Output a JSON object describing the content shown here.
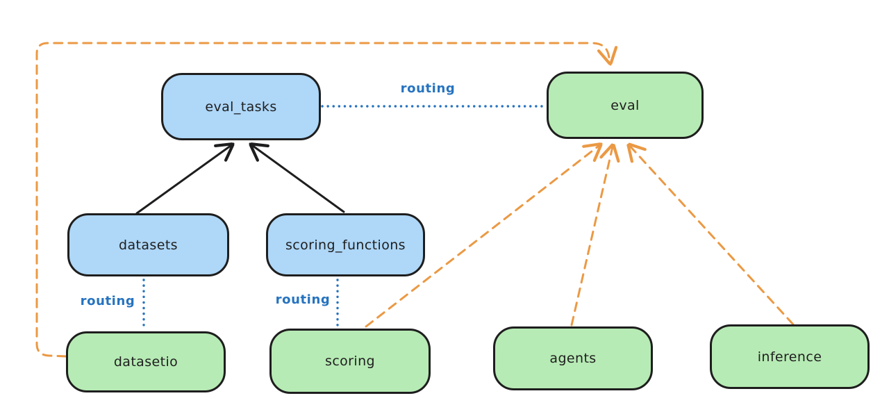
{
  "diagram": {
    "nodes": [
      {
        "id": "eval_tasks",
        "label": "eval_tasks",
        "fill": "#aed7f8"
      },
      {
        "id": "eval",
        "label": "eval",
        "fill": "#b7ebb5"
      },
      {
        "id": "datasets",
        "label": "datasets",
        "fill": "#aed7f8"
      },
      {
        "id": "scoring_functions",
        "label": "scoring_functions",
        "fill": "#aed7f8"
      },
      {
        "id": "datasetio",
        "label": "datasetio",
        "fill": "#b7ebb5"
      },
      {
        "id": "scoring",
        "label": "scoring",
        "fill": "#b7ebb5"
      },
      {
        "id": "agents",
        "label": "agents",
        "fill": "#b7ebb5"
      },
      {
        "id": "inference",
        "label": "inference",
        "fill": "#b7ebb5"
      }
    ],
    "edges": [
      {
        "from": "datasets",
        "to": "eval_tasks",
        "style": "solid-arrow",
        "color": "#1e1e1e",
        "label": ""
      },
      {
        "from": "scoring_functions",
        "to": "eval_tasks",
        "style": "solid-arrow",
        "color": "#1e1e1e",
        "label": ""
      },
      {
        "from": "eval_tasks",
        "to": "eval",
        "style": "dotted",
        "color": "#2673bf",
        "label": "routing"
      },
      {
        "from": "datasets",
        "to": "datasetio",
        "style": "dotted",
        "color": "#2673bf",
        "label": "routing"
      },
      {
        "from": "scoring_functions",
        "to": "scoring",
        "style": "dotted",
        "color": "#2673bf",
        "label": "routing"
      },
      {
        "from": "datasetio",
        "to": "eval",
        "style": "dashed-arrow",
        "color": "#eb9944",
        "label": ""
      },
      {
        "from": "scoring",
        "to": "eval",
        "style": "dashed-arrow",
        "color": "#eb9944",
        "label": ""
      },
      {
        "from": "agents",
        "to": "eval",
        "style": "dashed-arrow",
        "color": "#eb9944",
        "label": ""
      },
      {
        "from": "inference",
        "to": "eval",
        "style": "dashed-arrow",
        "color": "#eb9944",
        "label": ""
      }
    ],
    "colors": {
      "background": "#ffffff",
      "node_stroke": "#1e1e1e",
      "blue_node_fill": "#aed7f8",
      "green_node_fill": "#b7ebb5",
      "routing_line": "#2673bf",
      "dependency_line": "#eb9944",
      "solid_arrow": "#1e1e1e"
    }
  }
}
